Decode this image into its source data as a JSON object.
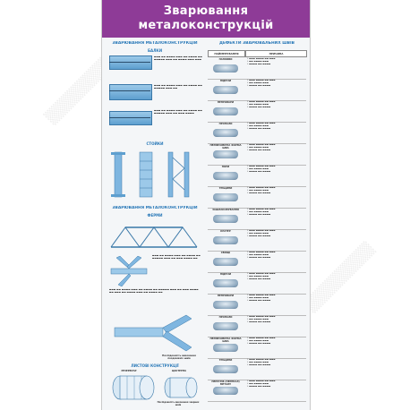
{
  "poster": {
    "title_line1": "Зварювання",
    "title_line2": "металоконструкцій",
    "colors": {
      "header": "#8e3b97",
      "accent": "#2a79b8",
      "panel": "#f4f6f8"
    }
  },
  "left": {
    "section1_title": "ЗВАРЮВАННЯ МЕТАЛОКОНСТРУКЦІЙ",
    "beams_title": "БАЛКИ",
    "stoiky_title": "СТОЙКИ",
    "section2_title": "ЗВАРЮВАННЯ МЕТАЛОКОНСТРУКЦІЙ",
    "fermy_title": "ФЕРМИ",
    "sheet_title": "ЛИСТОВІ КОНСТРУКЦІЇ",
    "sheet_left_label": "РЕЗЕРВУАР",
    "sheet_right_label": "ЦИСТЕРНА",
    "sheet_caption": "Послідовність виконання зварних швів",
    "fermy_caption": "Послідовність виконання поздовжніх швів"
  },
  "right": {
    "title": "ДЕФЕКТИ ЗВАРЮВАЛЬНИХ ШВІВ",
    "col_name": "НАЙМЕНУВАННЯ",
    "col_cause": "ПРИЧИНА",
    "defects": [
      {
        "name": "НАПЛИВИ"
      },
      {
        "name": "ПІДРІЗИ"
      },
      {
        "name": "НЕПРОВАРИ"
      },
      {
        "name": "ПРОПАЛИ"
      },
      {
        "name": "НЕРІВНОМІРНА ФОРМА ШВА"
      },
      {
        "name": "ПОРИ"
      },
      {
        "name": "ТРІЩИНИ"
      },
      {
        "name": "ЗАШЛАКОВУВАННЯ"
      },
      {
        "name": "КРАТЕР"
      },
      {
        "name": "СВИЩІ"
      },
      {
        "name": "ПІДРІЗИ"
      },
      {
        "name": "НЕПРОВАРИ"
      },
      {
        "name": "ПРОПАЛИ"
      },
      {
        "name": "НЕРІВНОМІРНА ФОРМА ШВА"
      },
      {
        "name": "ТРІЩИНИ"
      },
      {
        "name": "ПЕРЕГРІВ (ПЕРЕПАЛ) МЕТАЛУ"
      }
    ]
  }
}
